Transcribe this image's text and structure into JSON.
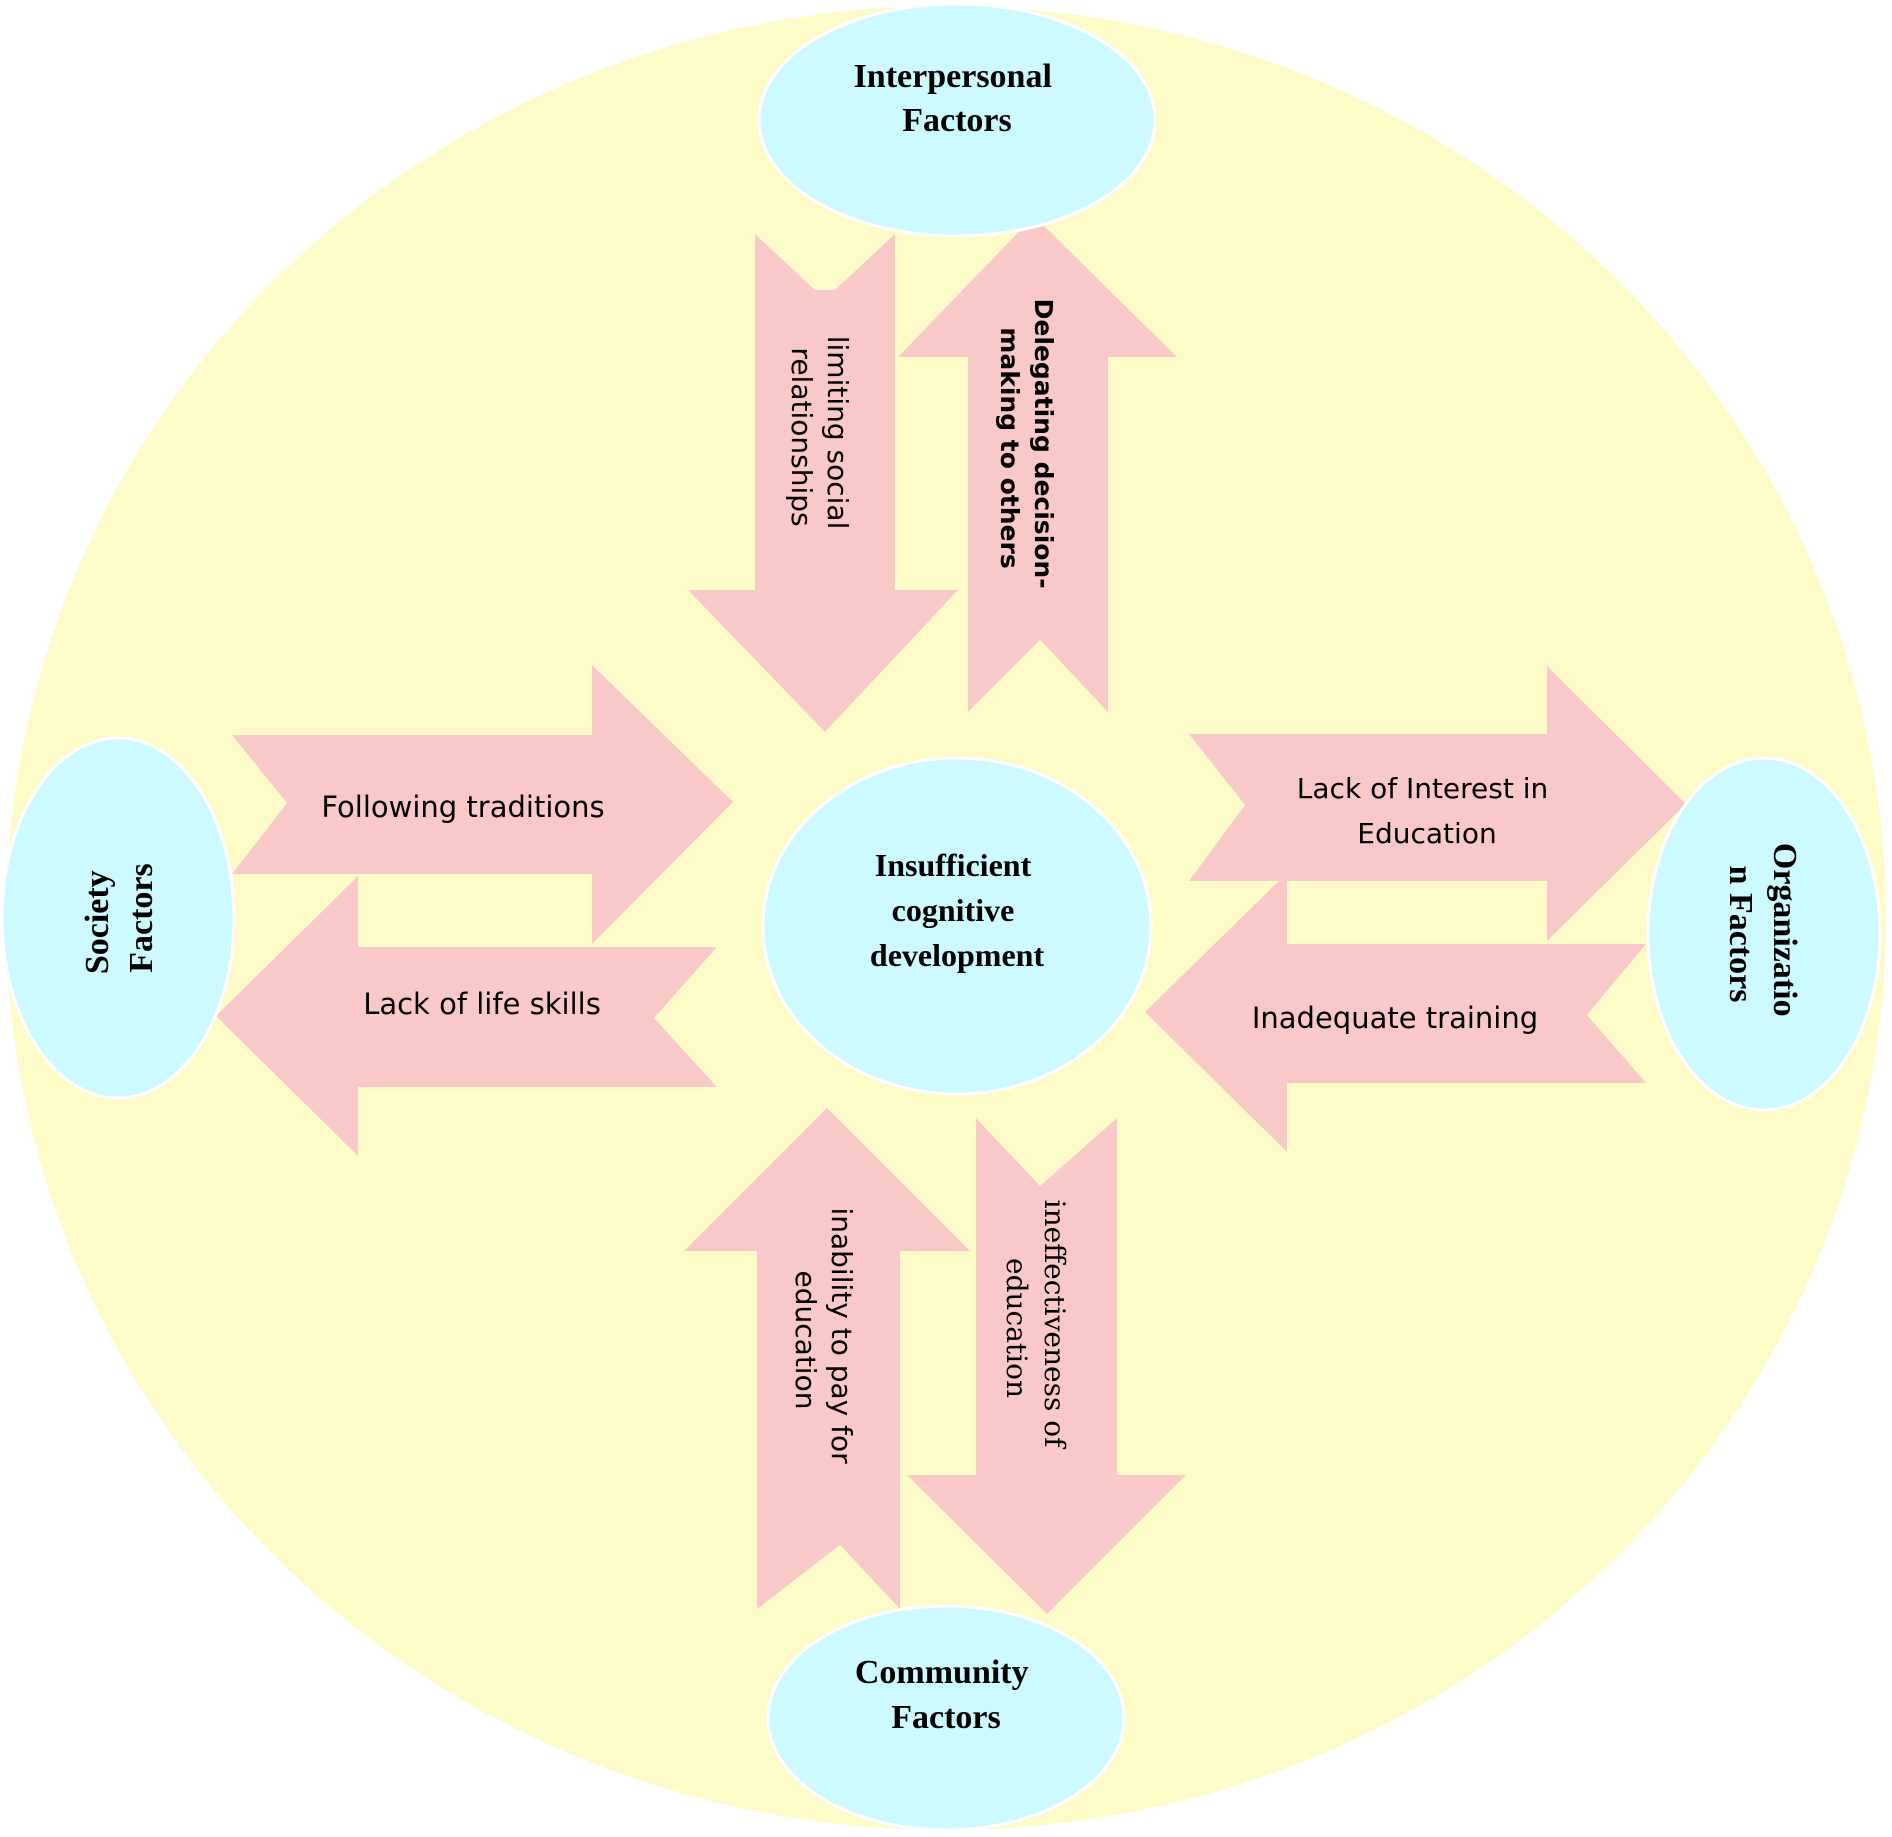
{
  "colors": {
    "background_circle": "#fdfcc9",
    "node_fill": "#ccfafe",
    "node_stroke": "#ffffff",
    "arrow_fill": "#f9c9c9",
    "text": "#000000"
  },
  "center": {
    "lines": [
      "Insufficient",
      "cognitive",
      "development"
    ]
  },
  "factors": {
    "interpersonal": {
      "lines": [
        "Interpersonal",
        "Factors"
      ]
    },
    "society": {
      "lines": [
        "Society",
        "Factors"
      ]
    },
    "organization": {
      "lines": [
        "Organizatio",
        "n Factors"
      ]
    },
    "community": {
      "lines": [
        "Community",
        "Factors"
      ]
    }
  },
  "arrows": {
    "limiting_social": {
      "lines": [
        "limiting social",
        "relationships"
      ]
    },
    "delegating": {
      "lines": [
        "Delegating decision-",
        "making to others"
      ]
    },
    "following_traditions": {
      "lines": [
        "Following traditions"
      ]
    },
    "life_skills": {
      "lines": [
        "Lack of life skills"
      ]
    },
    "interest_education": {
      "lines": [
        "Lack of Interest in",
        "Education"
      ]
    },
    "inadequate_training": {
      "lines": [
        "Inadequate training"
      ]
    },
    "inability_pay": {
      "lines": [
        "inability to pay for",
        "education"
      ]
    },
    "ineffectiveness": {
      "lines": [
        "ineffectiveness of",
        "education"
      ]
    }
  }
}
